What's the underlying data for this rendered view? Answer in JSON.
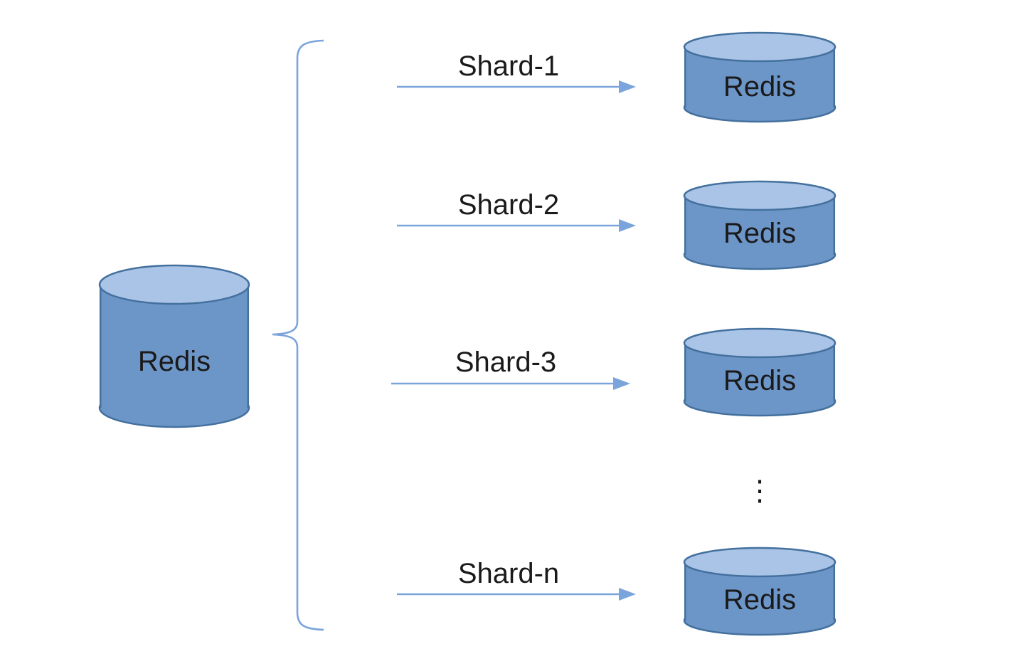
{
  "colors": {
    "background": "#FFFFFF",
    "cylinder_body": "#6D96C8",
    "cylinder_top": "#A9C4E6",
    "cylinder_stroke": "#44709E",
    "line": "#7AA4DB",
    "text": "#1A1A1A"
  },
  "diagram": {
    "type": "redis-sharding-fanout",
    "source": {
      "label": "Redis"
    },
    "shards": [
      {
        "label": "Shard-1",
        "node_label": "Redis"
      },
      {
        "label": "Shard-2",
        "node_label": "Redis"
      },
      {
        "label": "Shard-3",
        "node_label": "Redis"
      },
      {
        "label": "Shard-n",
        "node_label": "Redis"
      }
    ],
    "more_indicator": "⋮"
  }
}
